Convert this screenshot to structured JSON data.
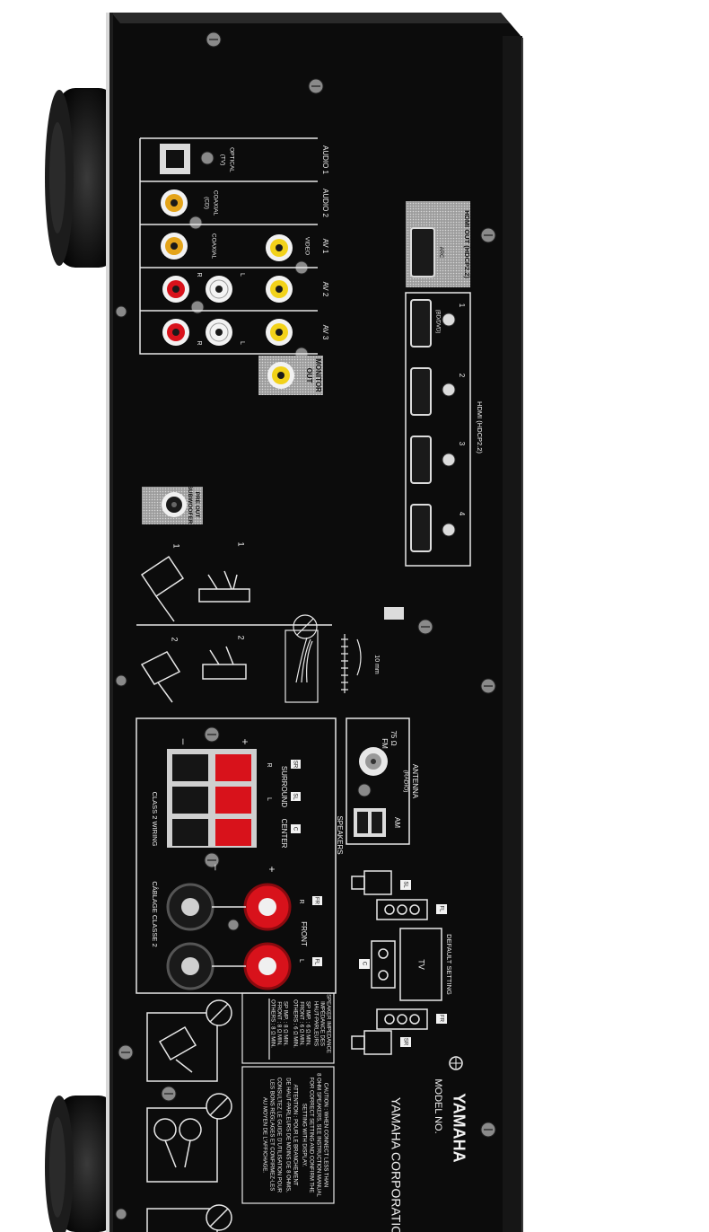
{
  "colors": {
    "chassis": "#0c0c0c",
    "edge": "#2a2a2a",
    "label_text": "#f2f2f2",
    "red_jack": "#d8121b",
    "yellow_jack": "#f2d21a",
    "white_jack": "#f4f4f4",
    "grey_panel": "#bdbdbd"
  },
  "audio": {
    "audio1": "AUDIO 1",
    "optical": "OPTICAL",
    "optical_tv": "(TV)",
    "audio2": "AUDIO 2",
    "coaxial": "COAXIAL",
    "coaxial_cd": "(CD)",
    "av1": "AV 1",
    "av2": "AV 2",
    "av3": "AV 3",
    "video": "VIDEO",
    "r": "R",
    "l": "L",
    "monitor": "MONITOR",
    "out": "OUT"
  },
  "hdmi": {
    "out_label": "HDMI OUT (HDCP2.2)",
    "arc": "ARC",
    "in_label": "HDMI (HDCP2.2)",
    "ports": [
      "1",
      "2",
      "3",
      "4"
    ],
    "port1_sub": "(BD/DVD)"
  },
  "preout": {
    "line1": "PRE OUT",
    "line2": "SUBWOOFER"
  },
  "steps": {
    "one": "1",
    "two": "2",
    "strip": "10 mm"
  },
  "antenna": {
    "title": "ANTENNA",
    "radio": "(RADIO)",
    "ohm": "75 Ω",
    "fm": "FM",
    "am": "AM"
  },
  "speakers": {
    "title": "SPEAKERS",
    "plus": "+",
    "minus": "–",
    "sr": "SR",
    "sl": "SL",
    "c": "C",
    "surround": "SURROUND",
    "center": "CENTER",
    "fr": "FR",
    "fl": "FL",
    "front": "FRONT",
    "class2": "CLASS 2 WIRING",
    "cablage": "CÂBLAGE CLASSE 2"
  },
  "default_setting": {
    "label": "DEFAULT SETTING",
    "tv": "TV",
    "sl": "SL",
    "fl": "FL",
    "c": "C",
    "fr": "FR",
    "sr": "SR"
  },
  "impedance": {
    "title1": "SPEAKER IMPEDANCE",
    "title2": "IMPÉDANCE DES",
    "title3": "HAUT-PARLEURS",
    "sp_imp1": "SP IMP. : 6 Ω MIN.",
    "front1": "FRONT : 6 Ω MIN.",
    "others1": "OTHERS : 6 Ω MIN.",
    "sp_imp2": "SP IMP. : 8 Ω MIN.",
    "front2": "FRONT : 8 Ω MIN.",
    "others2": "OTHERS : 8 Ω MIN."
  },
  "caution": {
    "line1": "CAUTION : WHEN CONNECT LESS THAN",
    "line2": "8 OHM SPEAKERS, SEE INSTRUCTION MANUAL",
    "line3": "FOR CORRECT SETTING AND CONFIRM THE",
    "line4": "SETTING WITH DISPLAY.",
    "line5": "ATTENTION : POUR LE BRANCHEMENT",
    "line6": "DE HAUT-PARLEURS DE MOINS DE 8 OHMS,",
    "line7": "CONSULTEZ LE GUIDE D'UTILISATION POUR",
    "line8": "LES BONS RÉGLAGES ET CONFIRMEZ-LES",
    "line9": "AU MOYEN DE L'AFFICHAGE."
  },
  "brand": {
    "name": "YAMAHA",
    "model": "MODEL NO.",
    "corp": "YAMAHA CORPORATION"
  }
}
